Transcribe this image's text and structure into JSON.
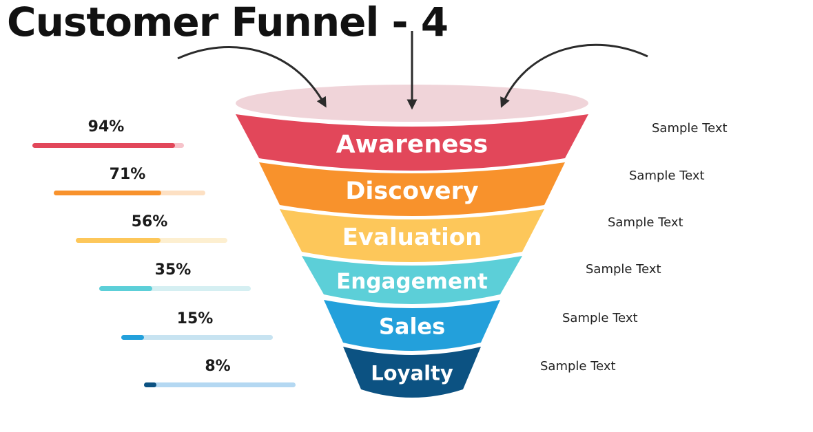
{
  "title": "Customer Funnel - 4",
  "stages": [
    {
      "label": "Awareness",
      "color": "#e2475a",
      "percent": "94%",
      "fraction": 0.94,
      "track": "#f6c3ca",
      "note": "Sample Text"
    },
    {
      "label": "Discovery",
      "color": "#f8922c",
      "percent": "71%",
      "fraction": 0.71,
      "track": "#fde0c3",
      "note": "Sample Text"
    },
    {
      "label": "Evaluation",
      "color": "#fdc75a",
      "percent": "56%",
      "fraction": 0.56,
      "track": "#fdefd0",
      "note": "Sample Text"
    },
    {
      "label": "Engagement",
      "color": "#5ccfd8",
      "percent": "35%",
      "fraction": 0.35,
      "track": "#d5eff2",
      "note": "Sample Text"
    },
    {
      "label": "Sales",
      "color": "#23a0db",
      "percent": "15%",
      "fraction": 0.15,
      "track": "#c7e3f1",
      "note": "Sample Text"
    },
    {
      "label": "Loyalty",
      "color": "#0c5282",
      "percent": "8%",
      "fraction": 0.08,
      "track": "#b4d8f2",
      "note": "Sample Text"
    }
  ],
  "colors": {
    "funnel_top": "#f0d4d9",
    "arrow": "#2b2b2b"
  }
}
